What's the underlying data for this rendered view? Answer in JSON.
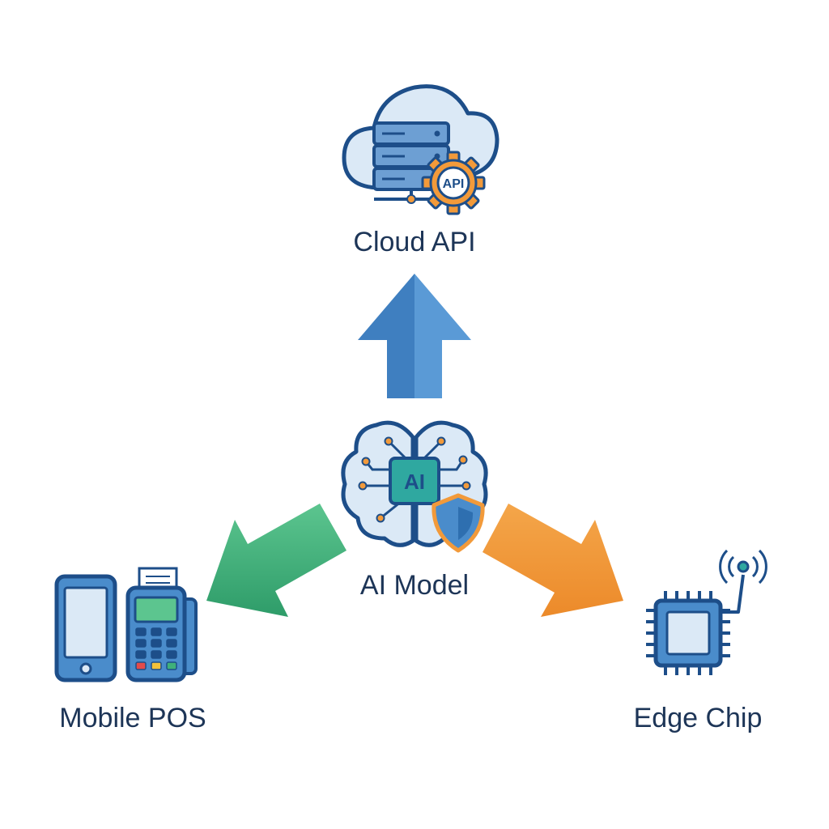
{
  "nodes": {
    "cloud": {
      "label": "Cloud API",
      "badge": "API"
    },
    "model": {
      "label": "AI Model",
      "chip": "AI"
    },
    "pos": {
      "label": "Mobile POS"
    },
    "edge": {
      "label": "Edge Chip"
    }
  },
  "arrows": [
    {
      "from": "AI Model",
      "to": "Cloud API",
      "color": "#4a8ccb"
    },
    {
      "from": "AI Model",
      "to": "Mobile POS",
      "color": "#3fb07a"
    },
    {
      "from": "AI Model",
      "to": "Edge Chip",
      "color": "#f29a3a"
    }
  ],
  "icons": {
    "cloud": "cloud-server-icon",
    "gear": "api-gear-icon",
    "brain": "brain-icon",
    "shield": "shield-icon",
    "phone": "smartphone-icon",
    "terminal": "card-terminal-icon",
    "chip": "microchip-icon",
    "antenna": "antenna-signal-icon"
  },
  "colors": {
    "outline": "#1d4e89",
    "fill_light": "#d6e6f5",
    "accent_orange": "#f29a3a",
    "accent_teal": "#2fa8a0",
    "text": "#1d3557"
  }
}
